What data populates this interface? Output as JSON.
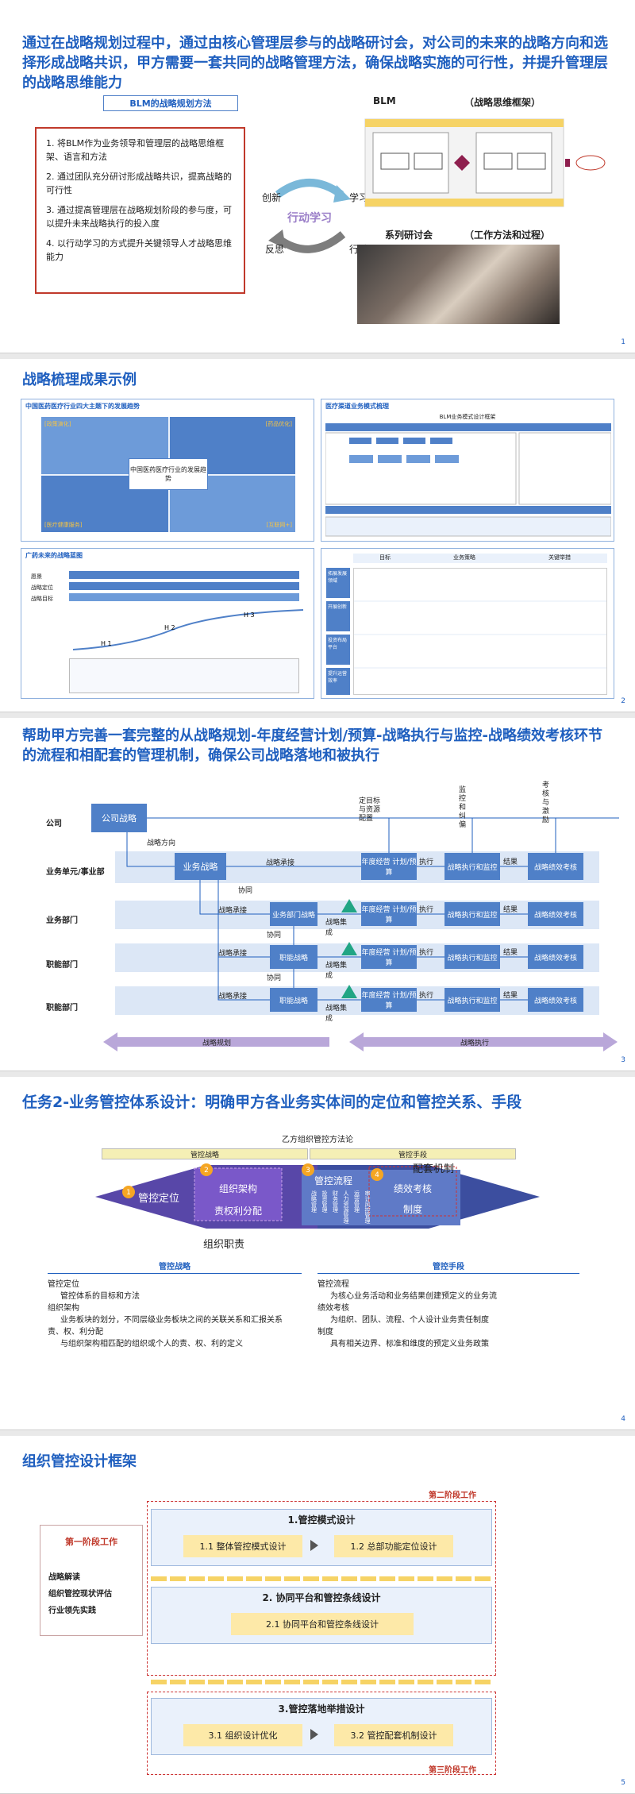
{
  "slide1": {
    "title": "通过在战略规划过程中，通过由核心管理层参与的战略研讨会，对公司的未来的战略方向和选择形成战略共识，甲方需要一套共同的战略管理方法，确保战略实施的可行性，并提升管理层的战略思维能力",
    "method_label": "BLM的战略规划方法",
    "items": [
      "1. 将BLM作为业务领导和管理层的战略思维框架、语言和方法",
      "2. 通过团队充分研讨形成战略共识，提高战略的可行性",
      "3. 通过提高管理层在战略规划阶段的参与度，可以提升未来战略执行的投入度",
      "4. 以行动学习的方式提升关键领导人才战略思维能力"
    ],
    "cycle": {
      "top_left": "创新",
      "top_right": "学习",
      "bottom_left": "反思",
      "bottom_right": "行动",
      "center": "行动学习"
    },
    "blm_label": "BLM",
    "blm_sub": "（战略思维框架）",
    "seminar_label": "系列研讨会",
    "seminar_sub": "（工作方法和过程）",
    "page": "1"
  },
  "slide2": {
    "title": "战略梳理成果示例",
    "thumb1_title": "中国医药医疗行业四大主题下的发展趋势",
    "thumb1_center": "中国医药医疗行业的发展趋势",
    "thumb1_corners": [
      "[政策演化]",
      "[药品优化]",
      "[医疗健康服务]",
      "[互联网+]"
    ],
    "thumb2_title": "医疗渠道业务模式梳理",
    "thumb2_sub": "BLM业务模式设计框架",
    "thumb3_title": "广药未来的战略蓝图",
    "thumb3_heads": [
      "愿景",
      "战略定位",
      "战略目标"
    ],
    "thumb3_h": [
      "H 1",
      "H 2",
      "H 3"
    ],
    "thumb4_heads": [
      "目标",
      "业务策略",
      "关键举措"
    ],
    "thumb4_rows": [
      "拓展发展领域",
      "开展创新",
      "投资布局平台",
      "提升运营效率"
    ],
    "page": "2"
  },
  "slide3": {
    "title": "帮助甲方完善一套完整的从战略规划-年度经营计划/预算-战略执行与监控-战略绩效考核环节的流程和相配套的管理机制，确保公司战略落地和被执行",
    "lanes": [
      "公司",
      "业务单元/事业部",
      "业务部门",
      "职能部门",
      "职能部门"
    ],
    "company_strategy": "公司战略",
    "business_strategy": "业务战略",
    "dept_strategy": "业务部门战略",
    "func_strategy": "职能战略",
    "plan": "年度经营 计划/预算",
    "exec": "战略执行和监控",
    "kpi": "战略绩效考核",
    "labels": {
      "direction": "战略方向",
      "cascade": "战略承接",
      "coord": "协同",
      "integrate": "战略集成",
      "execute": "执行",
      "result": "结果",
      "goals": "定目标与资源配置",
      "monitor": "监控和纠偏",
      "incentive": "考核与激励"
    },
    "phase_left": "战略规划",
    "phase_right": "战略执行",
    "page": "3"
  },
  "slide4": {
    "title": "任务2-业务管控体系设计：明确甲方各业务实体间的定位和管控关系、手段",
    "subtitle": "乙方组织管控方法论",
    "band_left": "管控战略",
    "band_right": "管控手段",
    "diamond": {
      "n1": "1",
      "l1": "管控定位",
      "n2": "2",
      "l2a": "组织架构",
      "l2b": "责权利分配",
      "n3": "3",
      "l3": "管控流程",
      "n4": "4",
      "l4a": "绩效考核",
      "l4b": "制度",
      "process_cols": [
        "战略管理",
        "投资管理",
        "财务管理",
        "人力资源管理",
        "运营管理",
        "审计风控管理"
      ],
      "org_label": "组织职责",
      "mech_label": "配套机制"
    },
    "left_head": "管控战略",
    "left_items": [
      {
        "t": "管控定位",
        "d": "管控体系的目标和方法"
      },
      {
        "t": "组织架构",
        "d": "业务板块的划分，不同层级业务板块之间的关联关系和汇报关系"
      },
      {
        "t": "责、权、利分配",
        "d": "与组织架构相匹配的组织或个人的责、权、利的定义"
      }
    ],
    "right_head": "管控手段",
    "right_items": [
      {
        "t": "管控流程",
        "d": "为核心业务活动和业务结果创建预定义的业务流"
      },
      {
        "t": "绩效考核",
        "d": "为组织、团队、流程、个人设计业务责任制度"
      },
      {
        "t": "制度",
        "d": "具有相关边界、标准和维度的预定义业务政策"
      }
    ],
    "page": "4"
  },
  "slide5": {
    "title": "组织管控设计框架",
    "phase1": "第一阶段工作",
    "phase1_items": [
      "战略解读",
      "组织管控现状评估",
      "行业领先实践"
    ],
    "phase2": "第二阶段工作",
    "phase3": "第三阶段工作",
    "s1": "1.管控模式设计",
    "s1a": "1.1 整体管控模式设计",
    "s1b": "1.2 总部功能定位设计",
    "s2": "2. 协同平台和管控条线设计",
    "s2a": "2.1 协同平台和管控条线设计",
    "s3": "3.管控落地举措设计",
    "s3a": "3.1 组织设计优化",
    "s3b": "3.2 管控配套机制设计",
    "page": "5"
  }
}
